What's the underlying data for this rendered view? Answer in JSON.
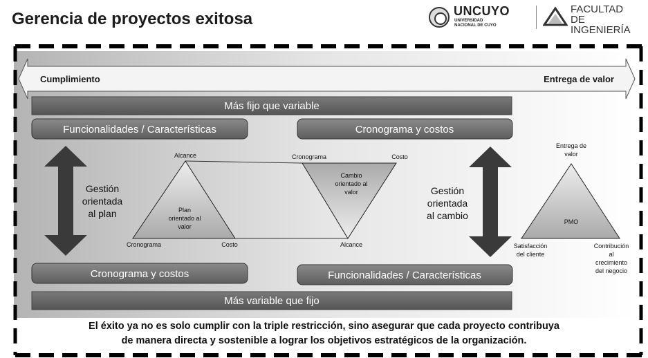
{
  "title": "Gerencia de proyectos exitosa",
  "logos": {
    "uncuyo_name": "UNCUYO",
    "uncuyo_sub1": "UNIVERSIDAD",
    "uncuyo_sub2": "NACIONAL DE CUYO",
    "facultad_line1": "FACULTAD",
    "facultad_line2": "DE INGENIERÍA"
  },
  "arrow": {
    "left_label": "Cumplimiento",
    "right_label": "Entrega de valor"
  },
  "bars": {
    "top": "Más fijo que variable",
    "bottom": "Más variable que fijo"
  },
  "boxes": {
    "top_left": "Funcionalidades / Características",
    "top_right": "Cronograma y costos",
    "bottom_left": "Cronograma y costos",
    "bottom_right": "Funcionalidades / Características"
  },
  "plan_side": {
    "label_line1": "Gestión",
    "label_line2": "orientada",
    "label_line3": "al plan",
    "triangle_top": "Alcance",
    "triangle_left": "Cronograma",
    "triangle_right": "Costo",
    "center_line1": "Plan",
    "center_line2": "orientado al",
    "center_line3": "valor"
  },
  "change_side": {
    "label_line1": "Gestión",
    "label_line2": "orientada",
    "label_line3": "al cambio",
    "triangle_left": "Cronograma",
    "triangle_right": "Costo",
    "triangle_bottom": "Alcance",
    "center_line1": "Cambio",
    "center_line2": "orientado al",
    "center_line3": "valor"
  },
  "pmo": {
    "top_line1": "Entrega de",
    "top_line2": "valor",
    "center": "PMO",
    "left_line1": "Satisfacción",
    "left_line2": "del cliente",
    "right_line1": "Contribución",
    "right_line2": "al",
    "right_line3": "crecimiento",
    "right_line4": "del negocio"
  },
  "footer": {
    "line1": "El éxito ya no es solo cumplir con la triple restricción, sino asegurar que cada proyecto contribuya",
    "line2": "de manera directa y sostenible a lograr los objetivos estratégicos de la organización."
  }
}
